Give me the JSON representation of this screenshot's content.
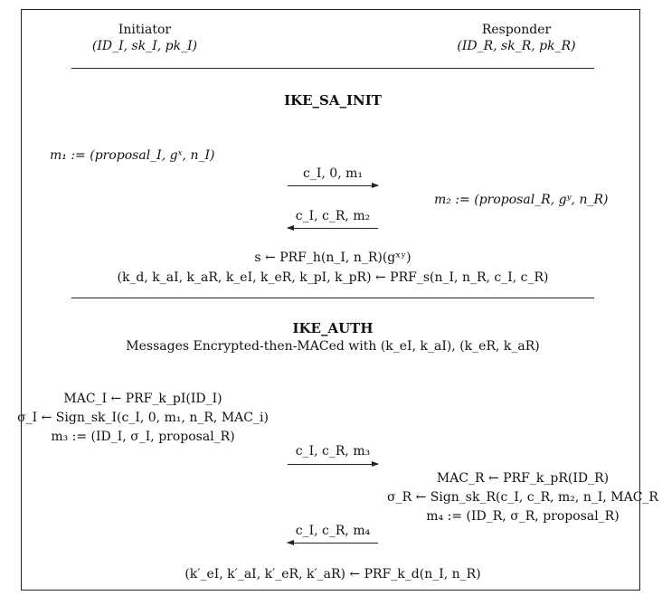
{
  "header": {
    "initiator_title": "Initiator",
    "initiator_keys": "(ID_I, sk_I, pk_I)",
    "responder_title": "Responder",
    "responder_keys": "(ID_R, sk_R, pk_R)"
  },
  "ike_sa_init": {
    "title": "IKE_SA_INIT",
    "m1": "m₁ := (proposal_I, gˣ, n_I)",
    "msg1_label": "c_I, 0, m₁",
    "m2": "m₂ := (proposal_R, gʸ, n_R)",
    "msg2_label": "c_I, c_R, m₂",
    "s_derivation": "s ← PRF_h(n_I, n_R)(gˣʸ)",
    "keys_derivation": "(k_d, k_aI, k_aR, k_eI, k_eR, k_pI, k_pR) ← PRF_s(n_I, n_R, c_I, c_R)"
  },
  "ike_auth": {
    "title": "IKE_AUTH",
    "subtitle": "Messages Encrypted-then-MACed with (k_eI, k_aI), (k_eR, k_aR)",
    "mac_i": "MAC_I ← PRF_k_pI(ID_I)",
    "sigma_i": "σ_I ← Sign_sk_I(c_I, 0, m₁, n_R, MAC_i)",
    "m3": "m₃ := (ID_I, σ_I, proposal_R)",
    "msg3_label": "c_I, c_R, m₃",
    "mac_r": "MAC_R ← PRF_k_pR(ID_R)",
    "sigma_r": "σ_R ← Sign_sk_R(c_I, c_R, m₂, n_I, MAC_R",
    "m4": "m₄ := (ID_R, σ_R, proposal_R)",
    "msg4_label": "c_I, c_R, m₄",
    "final_keys": "(k′_eI, k′_aI, k′_eR, k′_aR) ← PRF_k_d(n_I, n_R)"
  }
}
